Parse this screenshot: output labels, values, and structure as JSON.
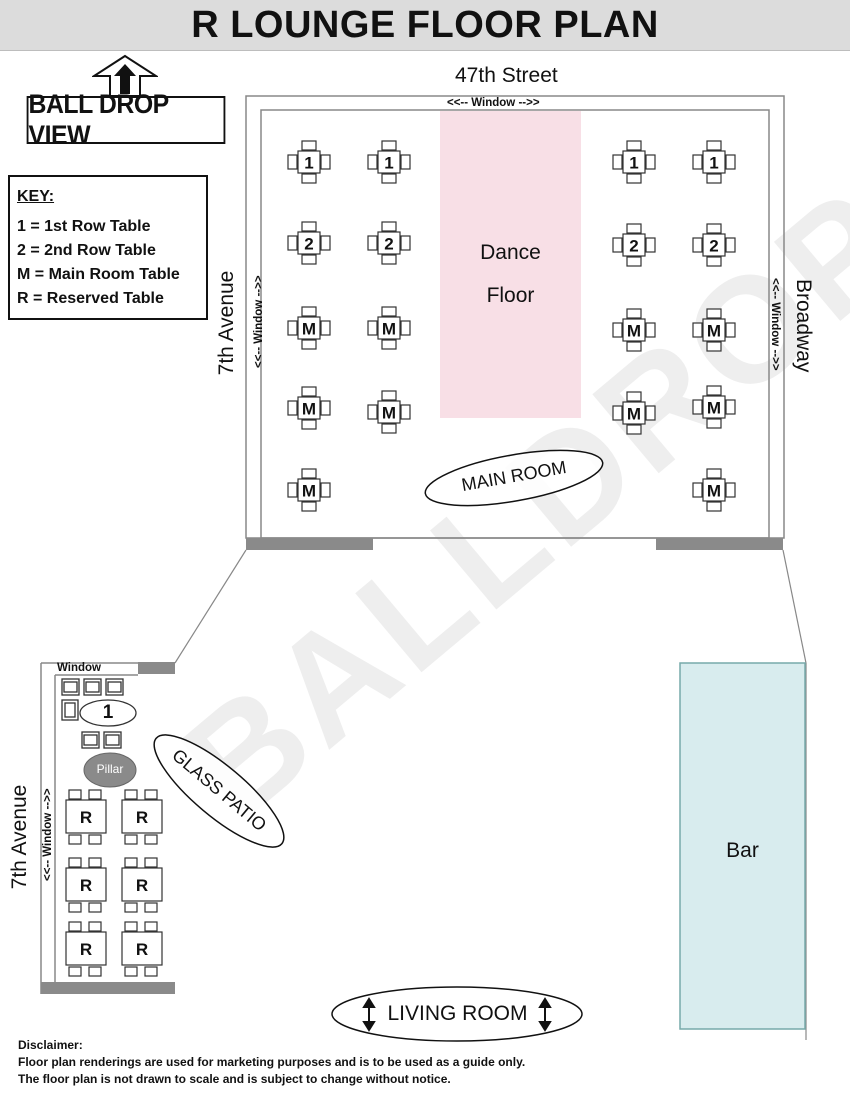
{
  "title": "R LOUNGE FLOOR PLAN",
  "ball_drop_view": "BALL DROP VIEW",
  "key": {
    "title": "KEY:",
    "items": [
      "1 = 1st Row Table",
      "2 = 2nd Row Table",
      "M = Main Room Table",
      "R = Reserved Table"
    ]
  },
  "streets": {
    "top": "47th Street",
    "left_upper": "7th Avenue",
    "left_lower": "7th Avenue",
    "right": "Broadway"
  },
  "windows": {
    "top": "<<-- Window -->>",
    "left_main": "<<-- Window -->>",
    "right_main": "<<-- Window -->>",
    "patio_top": "Window",
    "patio_left": "<<-- Window -->>"
  },
  "rooms": {
    "dance_floor_line1": "Dance",
    "dance_floor_line2": "Floor",
    "main_room": "MAIN ROOM",
    "glass_patio": "GLASS PATIO",
    "living_room": "LIVING ROOM",
    "bar": "Bar",
    "pillar": "Pillar"
  },
  "main_tables_left": [
    [
      "1",
      "1"
    ],
    [
      "2",
      "2"
    ],
    [
      "M",
      "M"
    ],
    [
      "M",
      "M"
    ],
    [
      "M"
    ]
  ],
  "main_tables_right": [
    [
      "1",
      "1"
    ],
    [
      "2",
      "2"
    ],
    [
      "M",
      "M"
    ],
    [
      "M",
      "M"
    ],
    [
      "M"
    ]
  ],
  "patio_tables": {
    "round_table": "1",
    "reserved": [
      "R",
      "R",
      "R",
      "R",
      "R",
      "R"
    ]
  },
  "disclaimer": {
    "heading": "Disclaimer:",
    "line1": "Floor plan renderings are used for marketing purposes and is to be used as a guide only.",
    "line2": "The floor plan is not drawn to scale and is subject to change without notice."
  },
  "watermark": "BALLDROP",
  "colors": {
    "dance_floor": "#f8dfe6",
    "bar": "#d8ecee",
    "wall": "#8a8a8a",
    "pillar": "#888888",
    "title_bar": "#dcdcdc"
  }
}
